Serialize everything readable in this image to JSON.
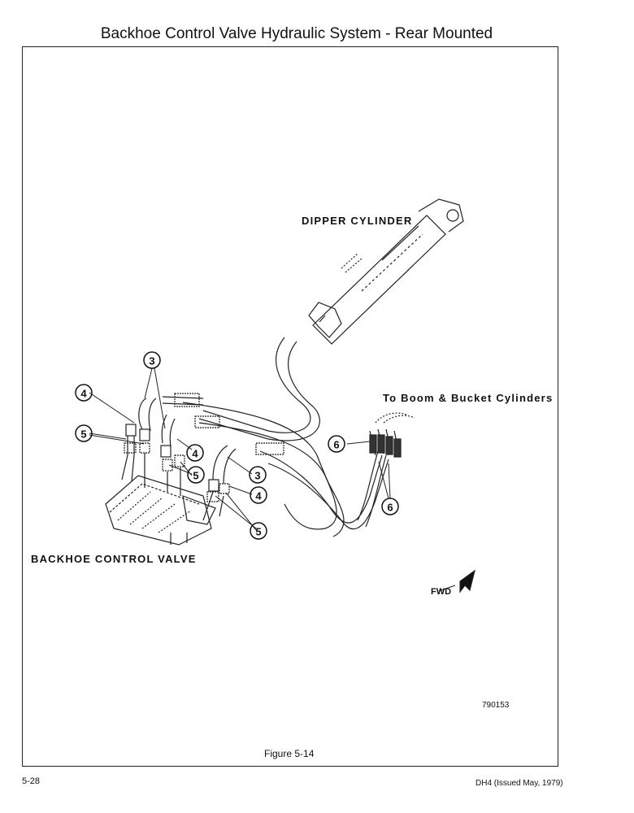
{
  "page": {
    "title": "Backhoe Control Valve Hydraulic System - Rear Mounted",
    "page_number": "5-28",
    "footer_right": "DH4 (Issued May, 1979)"
  },
  "figure": {
    "caption": "Figure 5-14",
    "drawing_number": "790153",
    "labels": {
      "dipper_cylinder": "DIPPER CYLINDER",
      "to_boom_bucket": "To Boom & Bucket Cylinders",
      "backhoe_control_valve": "BACKHOE CONTROL VALVE",
      "fwd": "FWD"
    },
    "callouts": {
      "c3a": "3",
      "c4a": "4",
      "c5a": "5",
      "c4b": "4",
      "c5b": "5",
      "c3b": "3",
      "c4c": "4",
      "c5c": "5",
      "c6a": "6",
      "c6b": "6"
    }
  }
}
